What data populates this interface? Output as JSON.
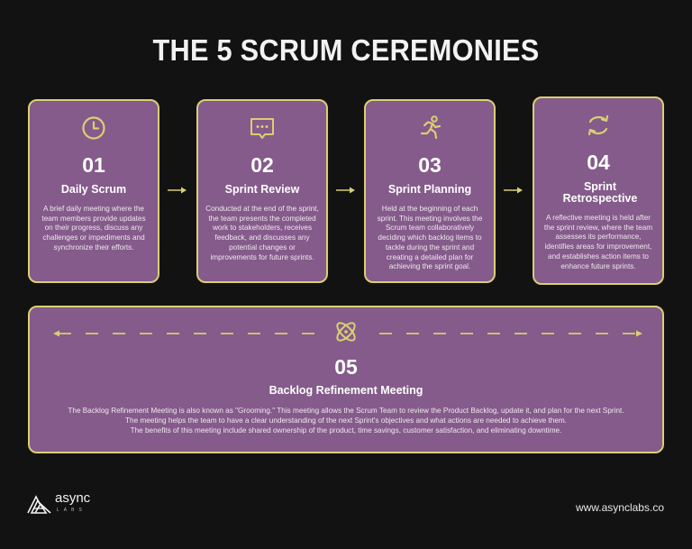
{
  "title": "THE 5 SCRUM CEREMONIES",
  "colors": {
    "background": "#121212",
    "card": "#845b8a",
    "accent": "#d9cf74",
    "text": "#ffffff"
  },
  "ceremonies": [
    {
      "icon": "clock-icon",
      "number": "01",
      "name": "Daily Scrum",
      "description": "A brief daily meeting where the team members provide updates on their progress, discuss any challenges or impediments and synchronize their efforts."
    },
    {
      "icon": "chat-bubble-icon",
      "number": "02",
      "name": "Sprint Review",
      "description": "Conducted at the end of the sprint, the team presents the completed work to stakeholders, receives feedback, and discusses any potential changes or improvements for future sprints."
    },
    {
      "icon": "running-person-icon",
      "number": "03",
      "name": "Sprint Planning",
      "description": "Held at the beginning of each sprint. This meeting involves the Scrum team collaboratively deciding which backlog items to tackle during the sprint and creating a detailed plan for achieving the sprint goal."
    },
    {
      "icon": "refresh-cycle-icon",
      "number": "04",
      "name": "Sprint Retrospective",
      "description": "A reflective meeting is held after the sprint review, where the team assesses its performance, identifies areas for improvement, and establishes action items to enhance future sprints."
    },
    {
      "icon": "atom-icon",
      "number": "05",
      "name": "Backlog Refinement Meeting",
      "description_lines": [
        "The Backlog Refinement Meeting is also known as \"Grooming.\" This meeting allows the Scrum Team to review the Product Backlog, update it, and plan for the next Sprint.",
        "The meeting helps the team to have a clear understanding of the next Sprint's objectives and what actions are needed to achieve them.",
        "The benefits of this meeting include shared ownership of the product, time savings, customer satisfaction, and eliminating downtime."
      ]
    }
  ],
  "footer": {
    "logo_word": "async",
    "logo_sub": "LABS",
    "url": "www.asynclabs.co"
  }
}
